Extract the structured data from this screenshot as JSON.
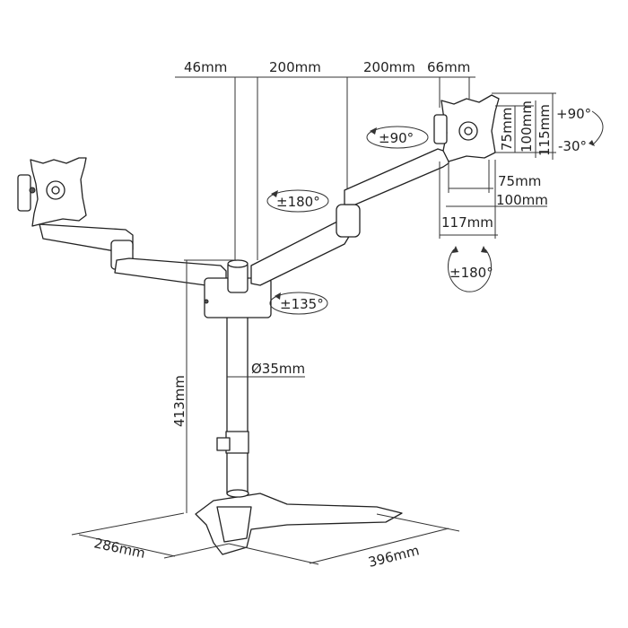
{
  "diagram": {
    "subject": "Dual monitor arm desk stand",
    "top_dimensions": [
      "46mm",
      "200mm",
      "200mm",
      "66mm"
    ],
    "vesa_dimensions": {
      "vertical": [
        "75mm",
        "100mm",
        "115mm"
      ],
      "horizontal": [
        "75mm",
        "100mm",
        "117mm"
      ]
    },
    "tilt": {
      "up": "+90°",
      "down": "-30°"
    },
    "rotations": {
      "head_swivel": "±90°",
      "arm_swivel": "±180°",
      "screen_rotation": "±180°",
      "base_swivel": "±135°"
    },
    "pole_diameter": "Ø35mm",
    "pole_height": "413mm",
    "base_depth": "286mm",
    "base_width": "396mm"
  }
}
